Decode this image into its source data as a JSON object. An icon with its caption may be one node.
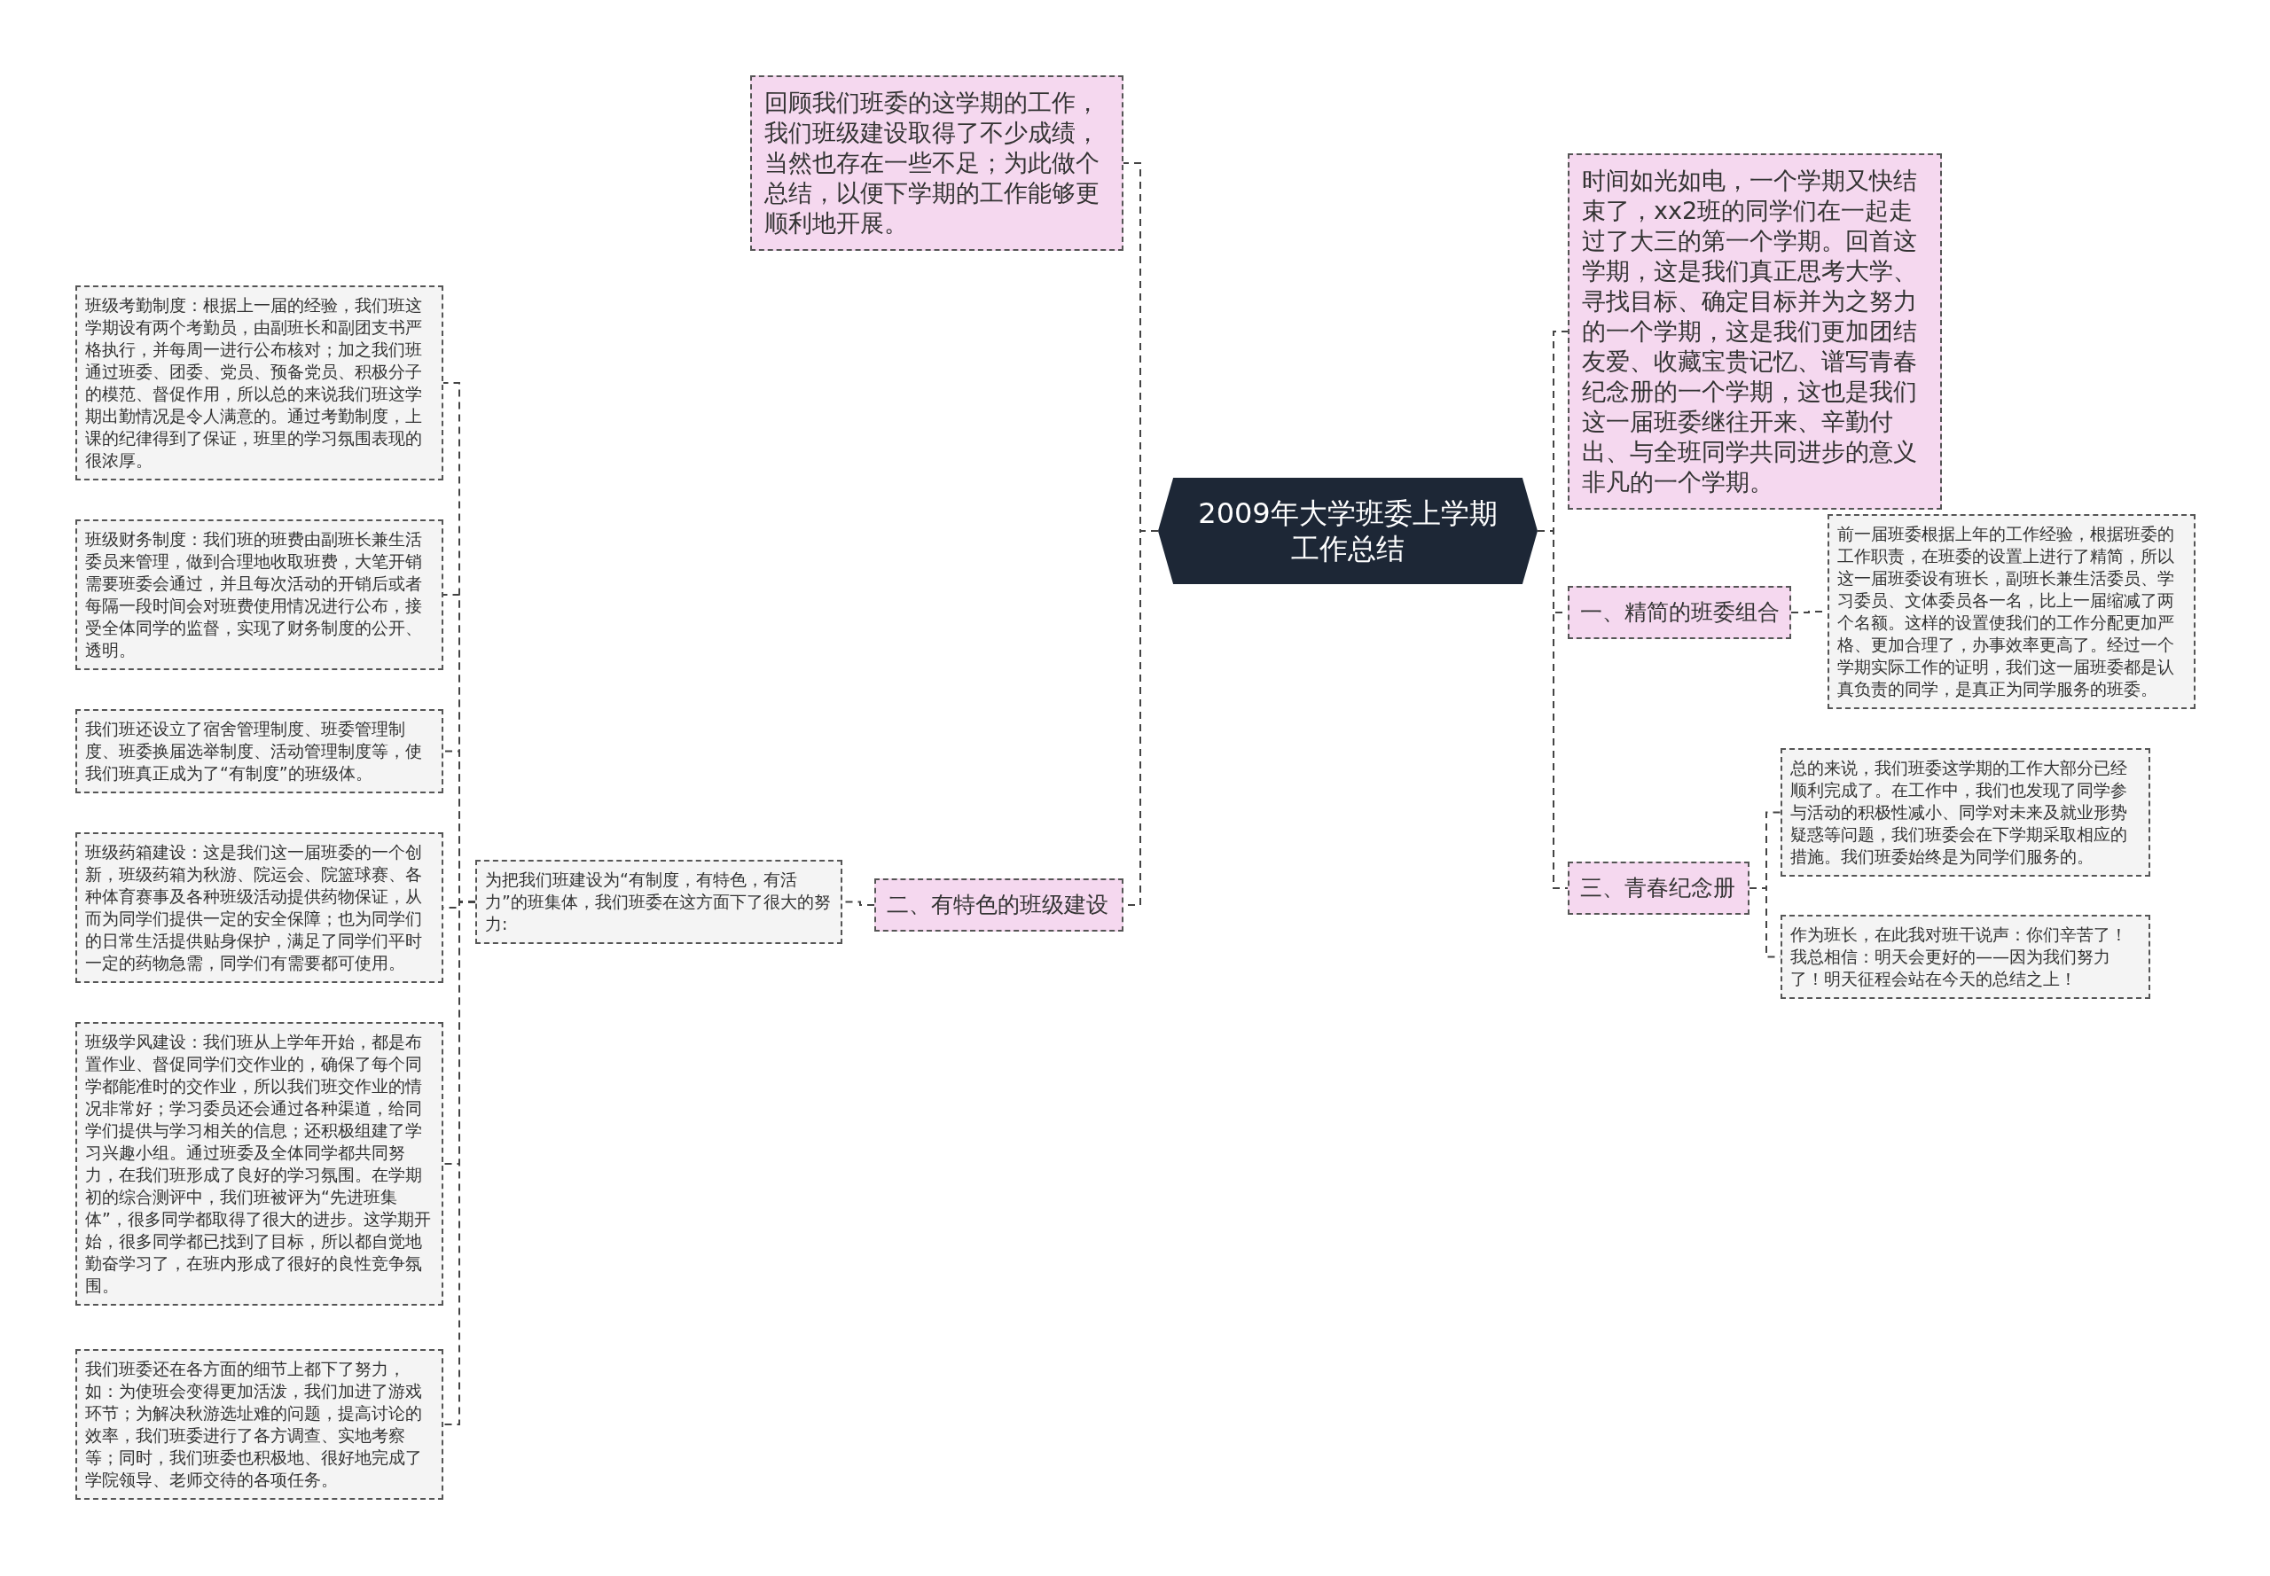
{
  "diagram": {
    "nodes": [
      {
        "text": [
          "2009年大学班委上学期工作总结"
        ]
      },
      {
        "text": [
          "回顾我们班委的这学期的工作，我们班级建设取得了不少成绩，当然也存在一些不足；为此做个总结，以便下学期的工作能够更顺利地开展。"
        ]
      },
      {
        "text": [
          "二、有特色的班级建设"
        ]
      },
      {
        "text": [
          "为把我们班建设为“有制度，有特色，有活力”的班集体，我们班委在这方面下了很大的努力:"
        ]
      },
      {
        "text": [
          "班级考勤制度：根据上一届的经验，我们班这学期设有两个考勤员，由副班长和副团支书严格执行，并每周一进行公布核对；加之我们班通过班委、团委、党员、预备党员、积极分子的模范、督促作用，所以总的来说我们班这学期出勤情况是令人满意的。通过考勤制度，上课的纪律得到了保证，班里的学习氛围表现的很浓厚。"
        ]
      },
      {
        "text": [
          "班级财务制度：我们班的班费由副班长兼生活委员来管理，做到合理地收取班费，大笔开销需要班委会通过，并且每次活动的开销后或者每隔一段时间会对班费使用情况进行公布，接受全体同学的监督，实现了财务制度的公开、透明。"
        ]
      },
      {
        "text": [
          "我们班还设立了宿舍管理制度、班委管理制度、班委换届选举制度、活动管理制度等，使我们班真正成为了“有制度”的班级体。"
        ]
      },
      {
        "text": [
          "班级药箱建设：这是我们这一届班委的一个创新，班级药箱为秋游、院运会、院篮球赛、各种体育赛事及各种班级活动提供药物保证，从而为同学们提供一定的安全保障；也为同学们的日常生活提供贴身保护，满足了同学们平时一定的药物急需，同学们有需要都可使用。"
        ]
      },
      {
        "text": [
          "班级学风建设：我们班从上学年开始，都是布置作业、督促同学们交作业的，确保了每个同学都能准时的交作业，所以我们班交作业的情况非常好；学习委员还会通过各种渠道，给同学们提供与学习相关的信息；还积极组建了学习兴趣小组。通过班委及全体同学都共同努力，在我们班形成了良好的学习氛围。在学期初的综合测评中，我们班被评为“先进班集体”，很多同学都取得了很大的进步。这学期开始，很多同学都已找到了目标，所以都自觉地勤奋学习了，在班内形成了很好的良性竞争氛围。"
        ]
      },
      {
        "text": [
          "我们班委还在各方面的细节上都下了努力，如：为使班会变得更加活泼，我们加进了游戏环节；为解决秋游选址难的问题，提高讨论的效率，我们班委进行了各方调查、实地考察等；同时，我们班委也积极地、很好地完成了学院领导、老师交待的各项任务。"
        ]
      },
      {
        "text": [
          "时间如光如电，一个学期又快结束了，xx2班的同学们在一起走过了大三的第一个学期。回首这学期，这是我们真正思考大学、寻找目标、确定目标并为之努力的一个学期，这是我们更加团结友爱、收藏宝贵记忆、谱写青春纪念册的一个学期，这也是我们这一届班委继往开来、辛勤付出、与全班同学共同进步的意义非凡的一个学期。"
        ]
      },
      {
        "text": [
          "一、精简的班委组合"
        ]
      },
      {
        "text": [
          "前一届班委根据上年的工作经验，根据班委的工作职责，在班委的设置上进行了精简，所以这一届班委设有班长，副班长兼生活委员、学习委员、文体委员各一名，比上一届缩减了两个名额。这样的设置使我们的工作分配更加严格、更加合理了，办事效率更高了。经过一个学期实际工作的证明，我们这一届班委都是认真负责的同学，是真正为同学服务的班委。"
        ]
      },
      {
        "text": [
          "三、青春纪念册"
        ]
      },
      {
        "text": [
          "总的来说，我们班委这学期的工作大部分已经顺利完成了。在工作中，我们也发现了同学参与活动的积极性减小、同学对未来及就业形势疑惑等问题，我们班委会在下学期采取相应的措施。我们班委始终是为同学们服务的。"
        ]
      },
      {
        "text": [
          "作为班长，在此我对班干说声：你们辛苦了！我总相信：明天会更好的——因为我们努力了！明天征程会站在今天的总结之上！"
        ]
      }
    ],
    "edges": [
      {
        "from": 0,
        "to": 1,
        "arrow": "none",
        "style": "dashed"
      },
      {
        "from": 0,
        "to": 2,
        "arrow": "none",
        "style": "dashed"
      },
      {
        "from": 2,
        "to": 3,
        "arrow": "none",
        "style": "dashed"
      },
      {
        "from": 3,
        "to": 4,
        "arrow": "none",
        "style": "dashed"
      },
      {
        "from": 3,
        "to": 5,
        "arrow": "none",
        "style": "dashed"
      },
      {
        "from": 3,
        "to": 6,
        "arrow": "none",
        "style": "dashed"
      },
      {
        "from": 3,
        "to": 7,
        "arrow": "none",
        "style": "dashed"
      },
      {
        "from": 3,
        "to": 8,
        "arrow": "none",
        "style": "dashed"
      },
      {
        "from": 3,
        "to": 9,
        "arrow": "none",
        "style": "dashed"
      },
      {
        "from": 0,
        "to": 10,
        "arrow": "none",
        "style": "dashed"
      },
      {
        "from": 0,
        "to": 11,
        "arrow": "none",
        "style": "dashed"
      },
      {
        "from": 11,
        "to": 12,
        "arrow": "none",
        "style": "dashed"
      },
      {
        "from": 0,
        "to": 13,
        "arrow": "none",
        "style": "dashed"
      },
      {
        "from": 13,
        "to": 14,
        "arrow": "none",
        "style": "dashed"
      },
      {
        "from": 13,
        "to": 15,
        "arrow": "none",
        "style": "dashed"
      }
    ]
  }
}
